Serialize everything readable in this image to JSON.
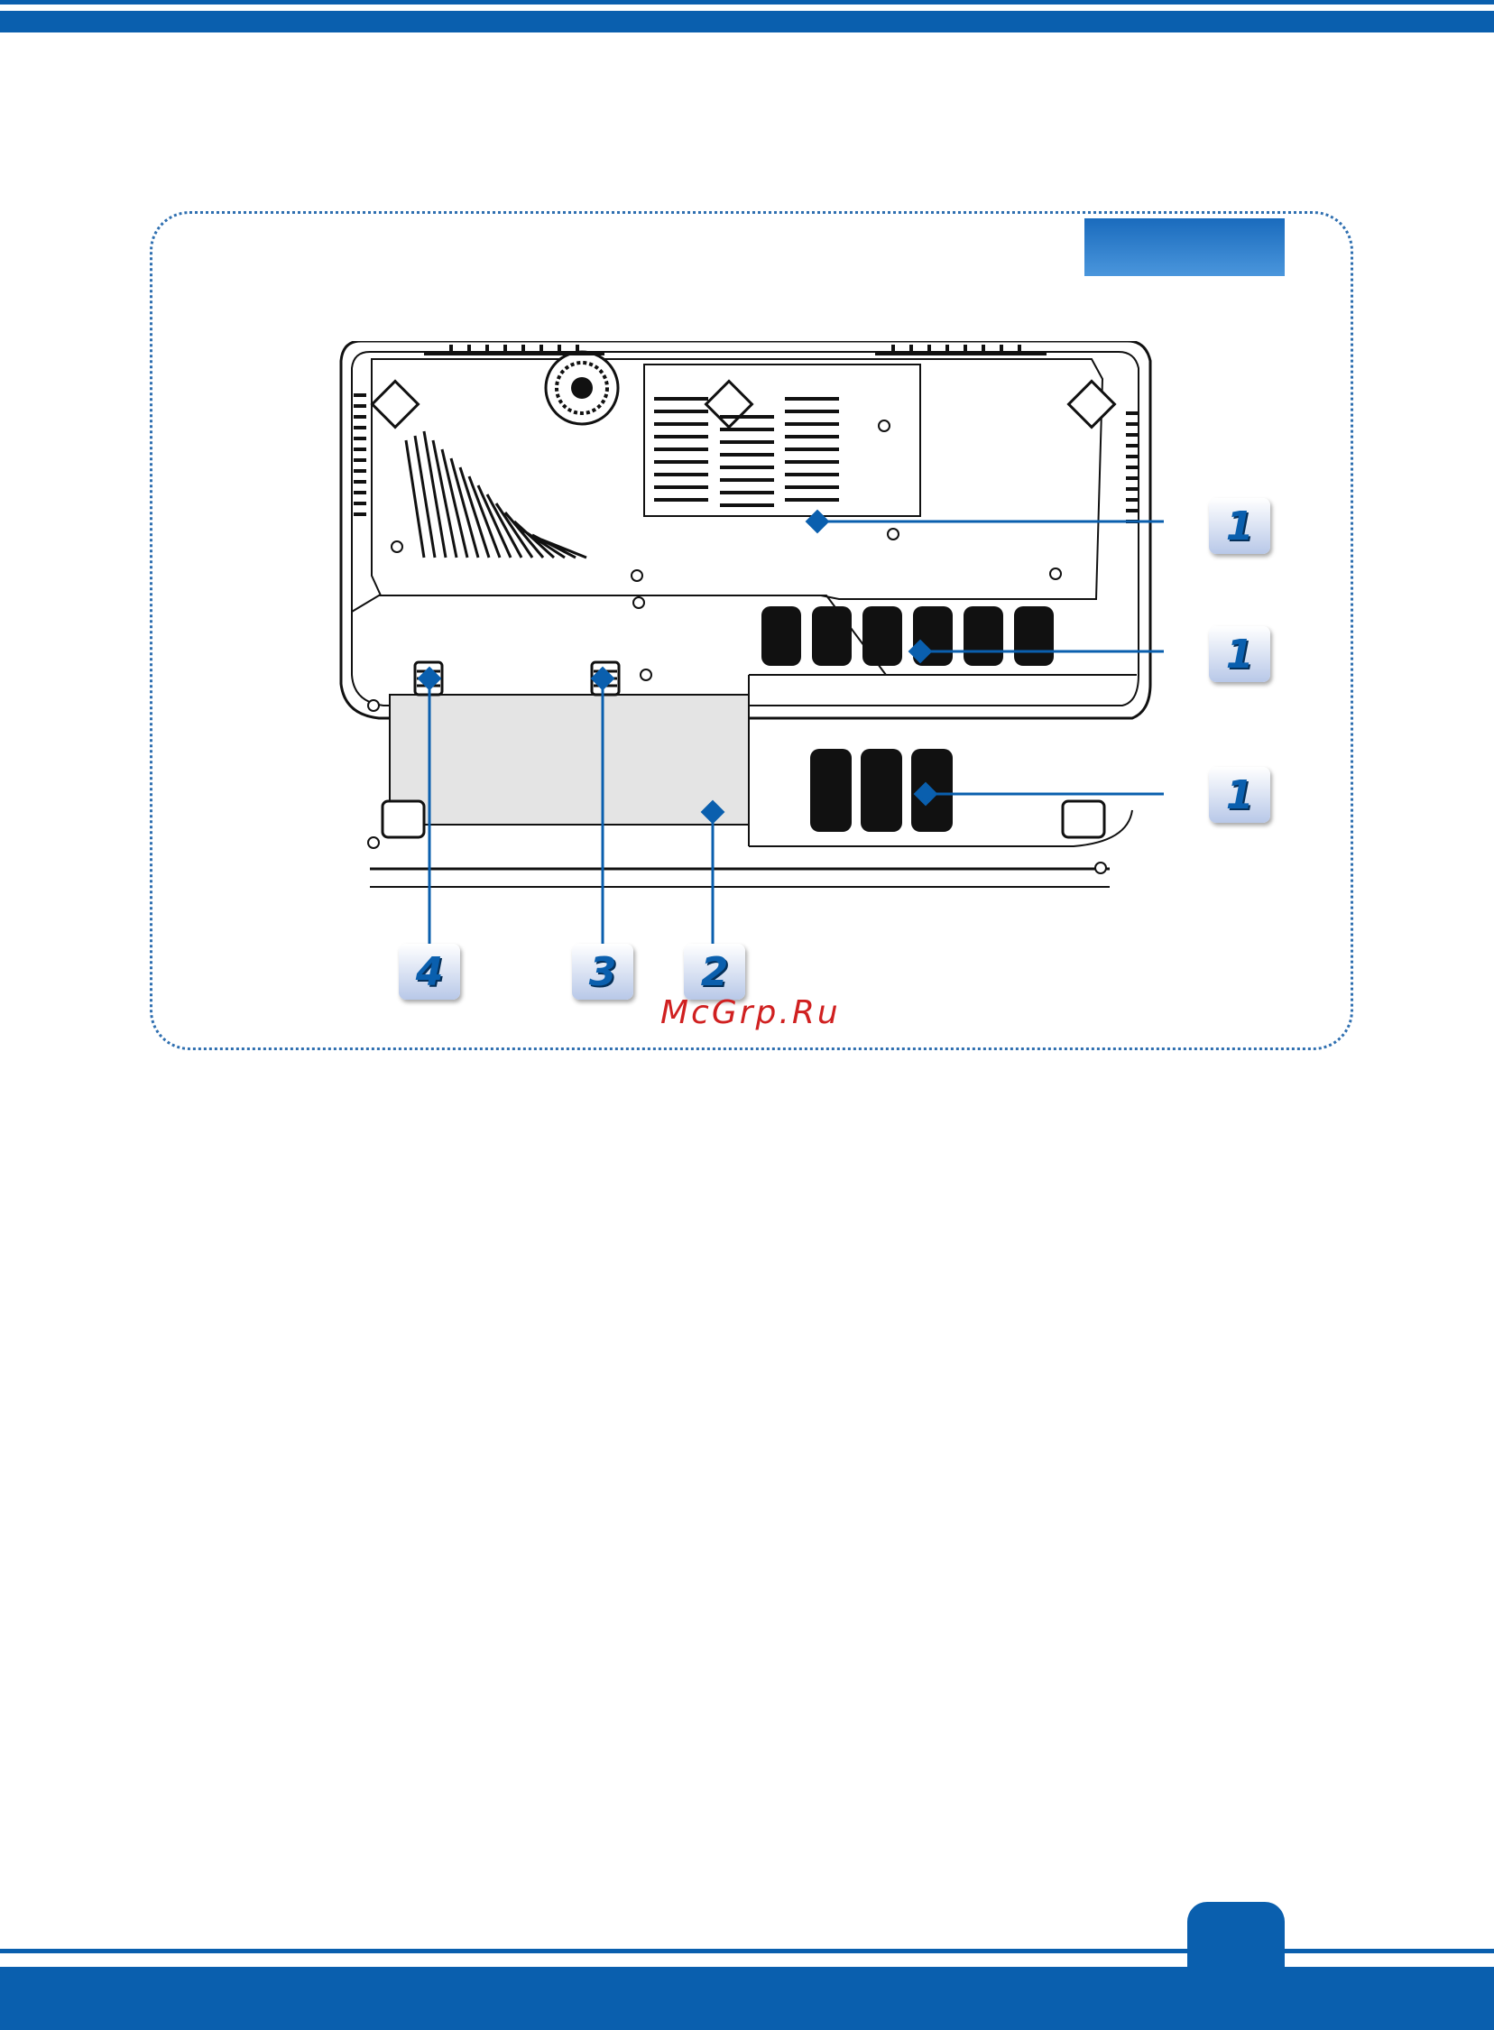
{
  "callouts": {
    "one_a": "1",
    "one_b": "1",
    "one_c": "1",
    "two": "2",
    "three": "3",
    "four": "4"
  },
  "watermark": "McGrp.Ru",
  "colors": {
    "brand_blue": "#0a5fae",
    "watermark_red": "#d02020"
  }
}
